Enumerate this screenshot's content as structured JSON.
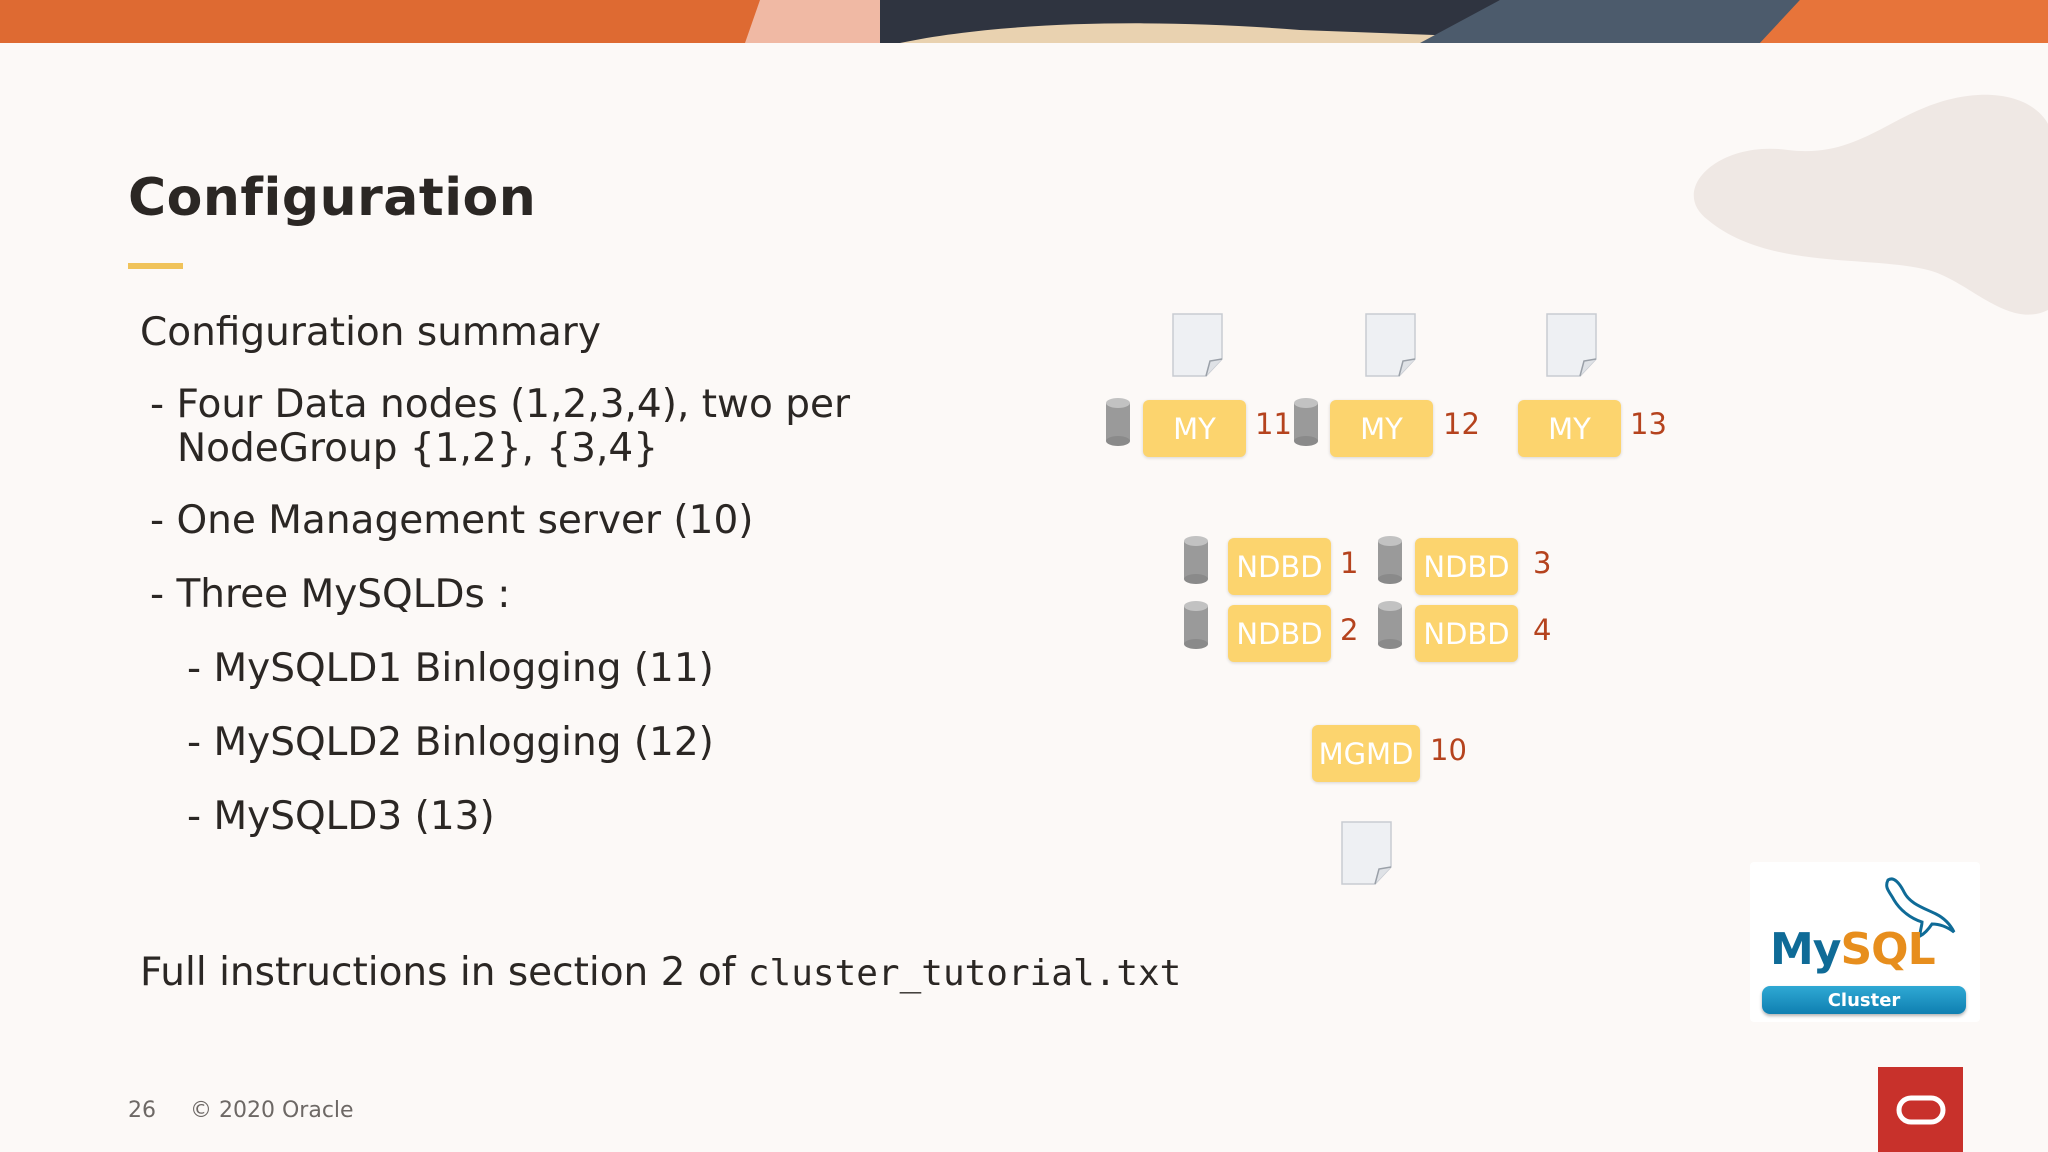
{
  "slide": {
    "title": "Configuration",
    "summary_heading": "Configuration summary",
    "bullets": [
      "- Four Data nodes (1,2,3,4), two per",
      "NodeGroup {1,2}, {3,4}",
      "- One Management server (10)",
      "- Three MySQLDs :",
      "- MySQLD1 Binlogging (11)",
      "- MySQLD2 Binlogging (12)",
      "- MySQLD3 (13)"
    ],
    "instructions_prefix": "Full instructions in section 2 of ",
    "instructions_file": "cluster_tutorial.txt"
  },
  "diagram": {
    "mysqld_nodes": [
      {
        "label": "MY",
        "id": "11"
      },
      {
        "label": "MY",
        "id": "12"
      },
      {
        "label": "MY",
        "id": "13"
      }
    ],
    "data_nodes": [
      {
        "label": "NDBD",
        "id": "1"
      },
      {
        "label": "NDBD",
        "id": "3"
      },
      {
        "label": "NDBD",
        "id": "2"
      },
      {
        "label": "NDBD",
        "id": "4"
      }
    ],
    "mgm_node": {
      "label": "MGMD",
      "id": "10"
    }
  },
  "footer": {
    "page_number": "26",
    "copyright": "© 2020 Oracle"
  },
  "logos": {
    "mysql_text_my": "My",
    "mysql_text_sql": "SQL",
    "mysql_badge": "Cluster"
  },
  "colors": {
    "node_fill": "#fcd46e",
    "id_text": "#b5431e",
    "accent_underline": "#f0c35a",
    "oracle_red": "#c8312b"
  }
}
